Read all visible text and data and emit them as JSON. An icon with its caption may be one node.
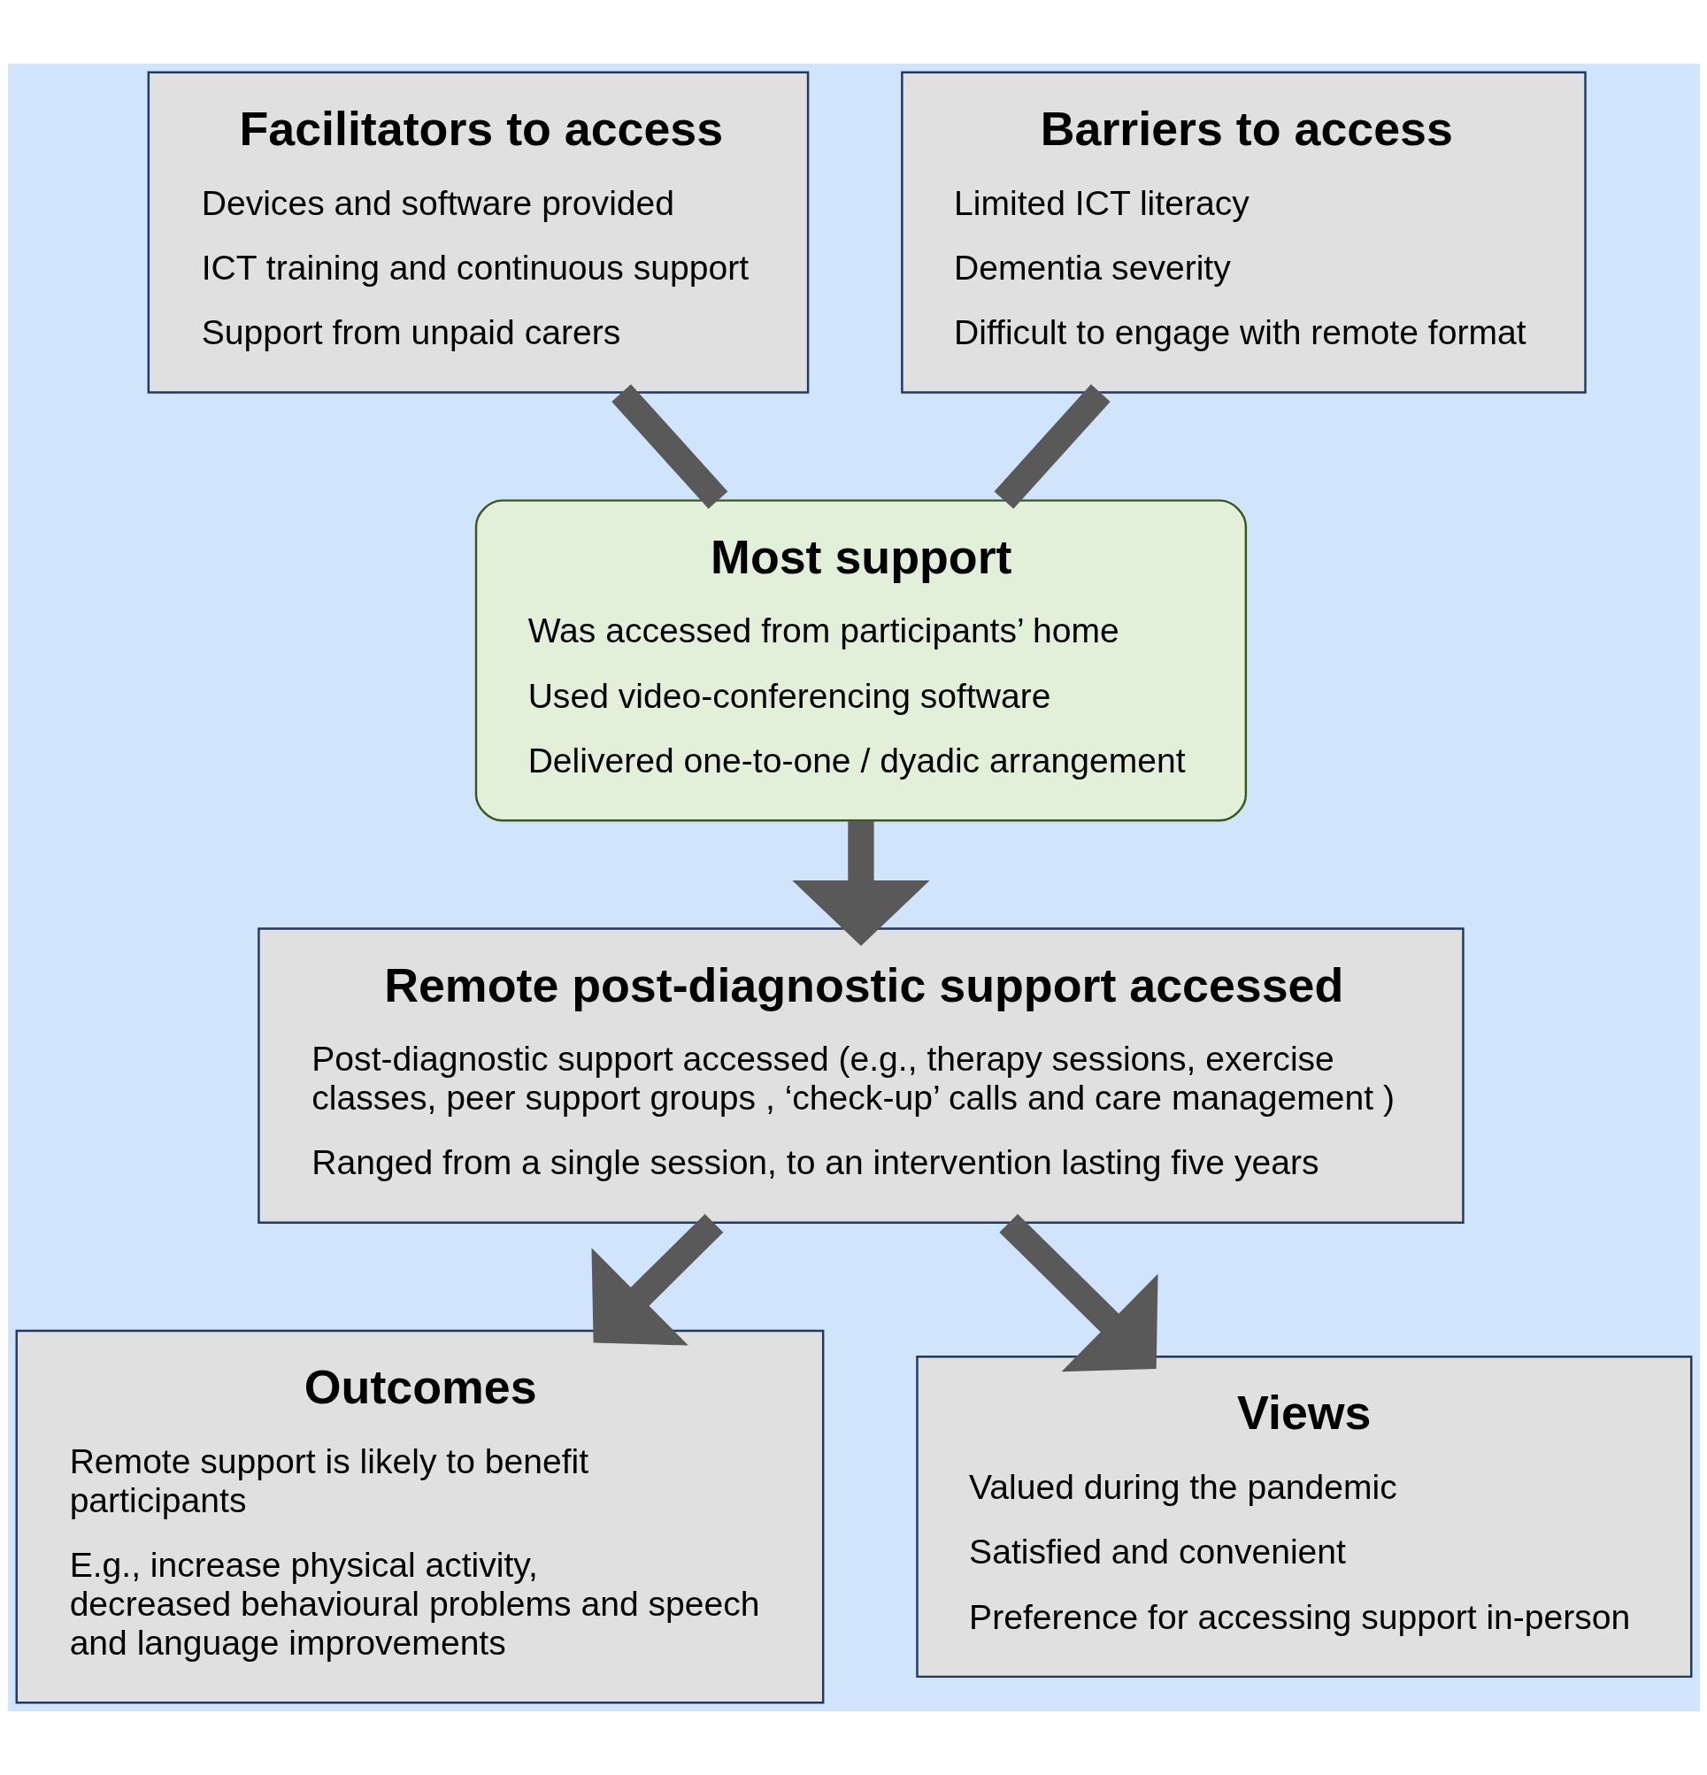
{
  "diagram": {
    "nodes": [
      {
        "text": [
          "Facilitators to access",
          "Devices and software provided",
          "ICT training and continuous support",
          "Support from unpaid carers"
        ]
      },
      {
        "text": [
          "Barriers to access",
          "Limited ICT literacy",
          "Dementia severity",
          "Difficult to engage with remote format"
        ]
      },
      {
        "text": [
          "Most support",
          "Was accessed from participants’ home",
          "Used video-conferencing software",
          "Delivered one-to-one / dyadic arrangement"
        ]
      },
      {
        "text": [
          "Remote post-diagnostic support accessed",
          "Post-diagnostic support accessed (e.g., therapy sessions, exercise classes, peer support groups , ‘check-up’ calls and care management )",
          "Ranged from a single session, to an intervention lasting five years"
        ]
      },
      {
        "text": [
          "Outcomes",
          "Remote support is likely to benefit participants",
          "E.g., increase physical activity, decreased behavioural problems and speech and language improvements"
        ]
      },
      {
        "text": [
          "Views",
          "Valued during the pandemic",
          "Satisfied and convenient",
          "Preference for accessing support in-person"
        ]
      }
    ],
    "edges": [
      {
        "from": 0,
        "to": 2,
        "arrow": "none"
      },
      {
        "from": 1,
        "to": 2,
        "arrow": "none"
      },
      {
        "from": 2,
        "to": 3,
        "arrow": "to"
      },
      {
        "from": 3,
        "to": 4,
        "arrow": "to"
      },
      {
        "from": 3,
        "to": 5,
        "arrow": "to"
      }
    ]
  }
}
